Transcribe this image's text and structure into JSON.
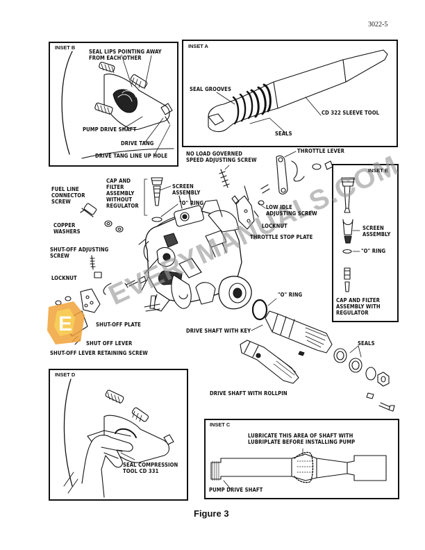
{
  "page_number": "3022-5",
  "figure_caption": "Figure 3",
  "watermark": {
    "text": "EVERYMANUALS.COM",
    "colors": {
      "logo_orange": "#f0a23a",
      "logo_yellow": "#f7cf5a",
      "text_gray": "#969696"
    }
  },
  "insets": {
    "b": {
      "title": "INSET B",
      "labels": [
        "SEAL LIPS POINTING AWAY",
        "FROM EACH OTHER",
        "PUMP DRIVE SHAFT",
        "DRIVE TANG",
        "DRIVE TANG LINE UP HOLE"
      ]
    },
    "a": {
      "title": "INSET A",
      "labels": [
        "SEAL GROOVES",
        "CD 322 SLEEVE TOOL",
        "SEALS"
      ]
    },
    "e": {
      "title": "INSET E",
      "labels": [
        "SCREEN",
        "ASSEMBLY",
        "\"O\" RING",
        "CAP AND FILTER",
        "ASSEMBLY WITH",
        "REGULATOR"
      ]
    },
    "d": {
      "title": "INSET D",
      "labels": [
        "SEAL COMPRESSION",
        "TOOL CD 331"
      ]
    },
    "c": {
      "title": "INSET C",
      "labels": [
        "LUBRICATE THIS AREA OF SHAFT WITH",
        "LUBRIPLATE BEFORE INSTALLING PUMP",
        "PUMP DRIVE SHAFT"
      ]
    }
  },
  "main_labels": {
    "no_load": [
      "NO LOAD GOVERNED",
      "SPEED ADJUSTING SCREW"
    ],
    "throttle_lever": "THROTTLE LEVER",
    "cap_filter": [
      "CAP AND",
      "FILTER",
      "ASSEMBLY",
      "WITHOUT",
      "REGULATOR"
    ],
    "screen_assembly": [
      "SCREEN",
      "ASSEMBLY"
    ],
    "o_ring_upper": "\"O\" RING",
    "fuel_line": [
      "FUEL LINE",
      "CONNECTOR",
      "SCREW"
    ],
    "low_idle": [
      "LOW IDLE",
      "ADJUSTING SCREW"
    ],
    "copper_washers": [
      "COPPER",
      "WASHERS"
    ],
    "locknut_right": "LOCKNUT",
    "throttle_stop": "THROTTLE STOP PLATE",
    "shutoff_adjusting": [
      "SHUT-OFF ADJUSTING",
      "SCREW"
    ],
    "locknut_left": "LOCKNUT",
    "o_ring_lower": "\"O\" RING",
    "shutoff_plate": "SHUT-OFF PLATE",
    "drive_shaft_key": "DRIVE SHAFT WITH KEY",
    "shutoff_lever": "SHUT OFF LEVER",
    "retaining_screw": "SHUT-OFF LEVER RETAINING SCREW",
    "seals": "SEALS",
    "drive_shaft_rollpin": "DRIVE SHAFT WITH ROLLPIN"
  }
}
